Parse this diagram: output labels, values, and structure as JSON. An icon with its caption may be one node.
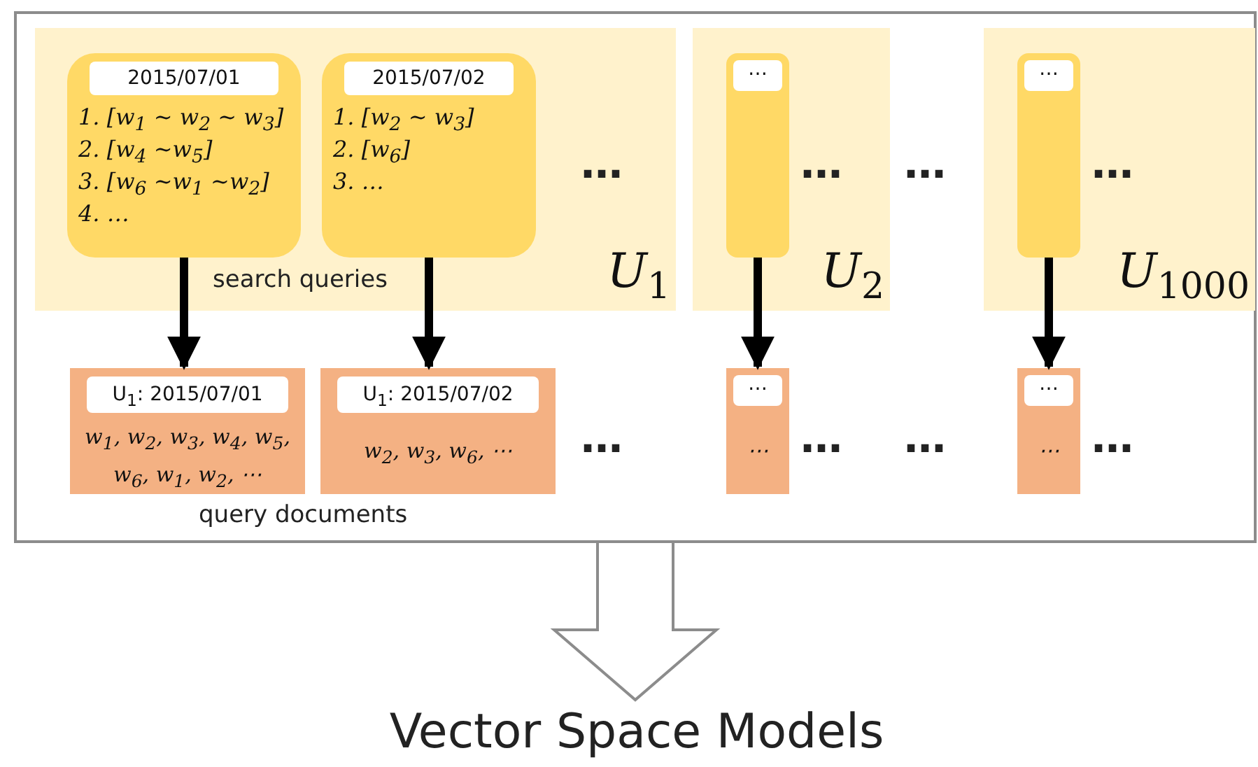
{
  "diagram": {
    "nodes": [
      {
        "text": [],
        "shape": "box"
      },
      {
        "text": [
          "U$_{1}$"
        ],
        "in": 0
      },
      {
        "text": [
          "2015/07/01",
          "1. [w$_{1}$ ~ w$_{2}$ ~ w$_{3}$]",
          "2. [w$_{4}$ ~w$_{5}$]",
          "3. [w$_{6}$ ~w$_{1}$ ~w$_{2}$]",
          "4. …"
        ],
        "in": 1
      },
      {
        "text": [
          "2015/07/02",
          "1. [w$_{2}$ ~ w$_{3}$]",
          "2. [w$_{6}$]",
          "3. …"
        ],
        "in": 1
      },
      {
        "text": [
          "U$_{2}$"
        ],
        "in": 0
      },
      {
        "text": [
          "⋯"
        ],
        "in": 4
      },
      {
        "text": [
          "U$_{1000}$"
        ],
        "in": 0
      },
      {
        "text": [
          "⋯"
        ],
        "in": 6
      },
      {
        "text": [
          "U$_{1}$: 2015/07/01",
          "w$_{1}$, w$_{2}$, w$_{3}$, w$_{4}$, w$_{5}$, w$_{6}$, w$_{1}$, w$_{2}$, ⋯"
        ],
        "in": 0
      },
      {
        "text": [
          "U$_{1}$: 2015/07/02",
          "w$_{2}$, w$_{3}$, w$_{6}$, ⋯"
        ],
        "in": 0
      },
      {
        "text": [
          "⋯",
          "⋯"
        ],
        "in": 0
      },
      {
        "text": [
          "⋯",
          "⋯"
        ],
        "in": 0
      },
      {
        "text": [
          "Vector Space Models"
        ]
      }
    ],
    "edges": [
      {
        "from": 2,
        "to": 8,
        "arrow": "to"
      },
      {
        "from": 3,
        "to": 9,
        "arrow": "to"
      },
      {
        "from": 5,
        "to": 10,
        "arrow": "to"
      },
      {
        "from": 7,
        "to": 11,
        "arrow": "to"
      },
      {
        "from": 0,
        "to": 12,
        "arrow": "to"
      }
    ],
    "labels": [
      "…",
      "…",
      "…",
      "…",
      "search queries",
      "…",
      "…",
      "…",
      "…",
      "query documents"
    ]
  }
}
